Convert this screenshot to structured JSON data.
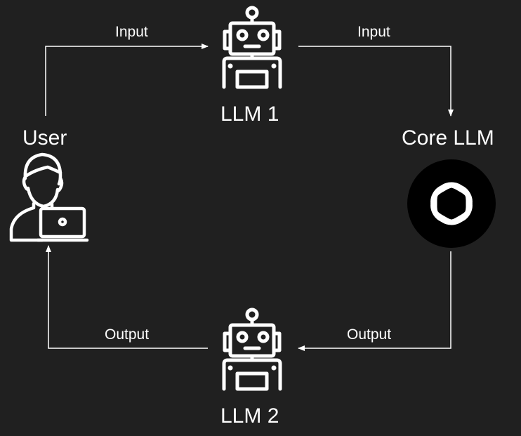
{
  "colors": {
    "background": "#202020",
    "foreground": "#ffffff",
    "logo_fill": "#000000"
  },
  "nodes": {
    "user": {
      "label": "User",
      "icon": "user-laptop-icon"
    },
    "llm1": {
      "label": "LLM 1",
      "icon": "robot-icon"
    },
    "core": {
      "label": "Core LLM",
      "icon": "openai-logo-icon"
    },
    "llm2": {
      "label": "LLM 2",
      "icon": "robot-icon"
    }
  },
  "edges": {
    "user_to_llm1": "Input",
    "llm1_to_core": "Input",
    "core_to_llm2": "Output",
    "llm2_to_user": "Output"
  }
}
